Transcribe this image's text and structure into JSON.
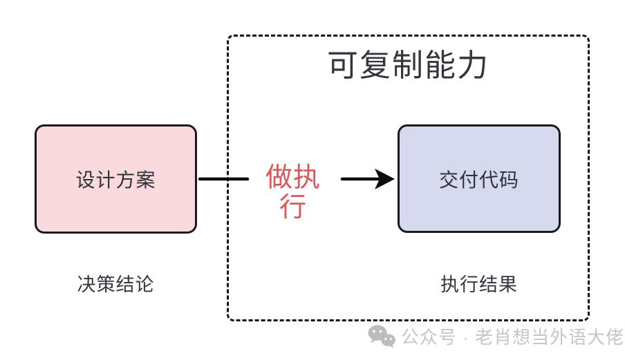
{
  "diagram": {
    "container": {
      "title": "可复制能力"
    },
    "left_node": {
      "label": "设计方案",
      "caption": "决策结论",
      "fill": "#fbdade"
    },
    "right_node": {
      "label": "交付代码",
      "caption": "执行结果",
      "fill": "#d7daee"
    },
    "edge": {
      "label": "做执行",
      "label_color": "#d65a5b",
      "line_color": "#0d0d0d"
    },
    "colors": {
      "node_border": "#191919",
      "dashed_border": "#151515",
      "text": "#2e323b",
      "watermark": "#c6c6c6"
    }
  },
  "watermark": {
    "icon": "wechat-icon",
    "text": "公众号 · 老肖想当外语大佬"
  }
}
